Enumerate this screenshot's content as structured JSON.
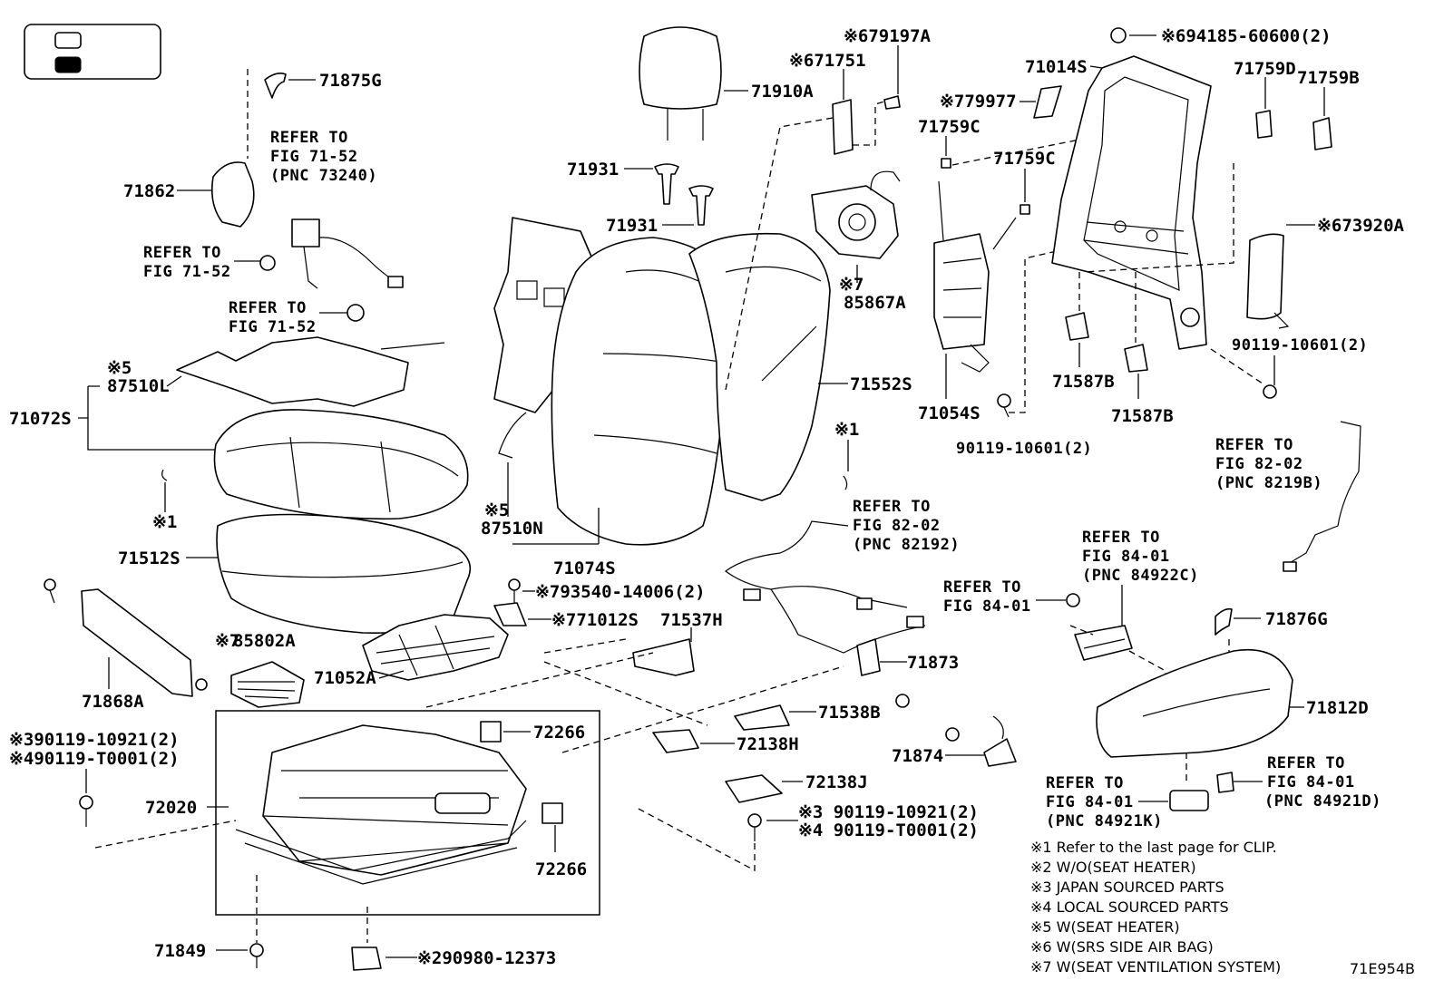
{
  "legend_box": {
    "swatch_1": "white",
    "swatch_2": "black"
  },
  "labels": {
    "p71875G": "71875G",
    "p71862": "71862",
    "p87510L": "87510L",
    "p87510L_mark": "※5",
    "p71072S": "71072S",
    "p71512S": "71512S",
    "p71868A": "71868A",
    "p85802A": "85802A",
    "p85802A_mark": "※7",
    "p71052A": "71052A",
    "p71012S": "※771012S",
    "p93540": "※793540-14006(2)",
    "p71537H": "71537H",
    "p72266a": "72266",
    "p72266b": "72266",
    "p72020": "72020",
    "p71849": "71849",
    "p90980": "※290980-12373",
    "p90119_left_a": "※390119-10921(2)",
    "p90119_left_b": "※490119-T0001(2)",
    "p71910A": "71910A",
    "p71931a": "71931",
    "p71931b": "71931",
    "p87510N": "87510N",
    "p87510N_mark": "※5",
    "p71074S": "71074S",
    "p71552S": "71552S",
    "p71751": "※671751",
    "p79197A": "※679197A",
    "p79977": "※779977",
    "p85867A": "85867A",
    "p85867A_mark": "※7",
    "p71759C_a": "71759C",
    "p71759C_b": "71759C",
    "p71054S": "71054S",
    "p90119_mid": "90119-10601(2)",
    "p71014S": "71014S",
    "p94185": "※694185-60600(2)",
    "p71759D": "71759D",
    "p71759B": "71759B",
    "p73920A": "※673920A",
    "p90119_right": "90119-10601(2)",
    "p71587B_a": "71587B",
    "p71587B_b": "71587B",
    "clip_1a": "※1",
    "clip_1b": "※1",
    "p71873": "71873",
    "p71538B": "71538B",
    "p72138H": "72138H",
    "p72138J": "72138J",
    "p90119_c3": "※3 90119-10921(2)",
    "p90119_c4": "※4 90119-T0001(2)",
    "p71874": "71874",
    "p71876G": "71876G",
    "p71812D": "71812D",
    "diagram_id": "71E954B"
  },
  "refs": {
    "ref_73240": [
      "REFER TO",
      "FIG 71-52",
      "(PNC 73240)"
    ],
    "ref_7152a": [
      "REFER TO",
      "FIG 71-52"
    ],
    "ref_7152b": [
      "REFER TO",
      "FIG 71-52"
    ],
    "ref_82192": [
      "REFER TO",
      "FIG 82-02",
      "(PNC 82192)"
    ],
    "ref_8219B": [
      "REFER TO",
      "FIG 82-02",
      "(PNC 8219B)"
    ],
    "ref_84922C": [
      "REFER TO",
      "FIG 84-01",
      "(PNC 84922C)"
    ],
    "ref_8401": [
      "REFER TO",
      "FIG 84-01"
    ],
    "ref_84921K": [
      "REFER TO",
      "FIG 84-01",
      "(PNC 84921K)"
    ],
    "ref_84921D": [
      "REFER TO",
      "FIG 84-01",
      "(PNC 84921D)"
    ]
  },
  "notes": [
    "※1  Refer to the last page for CLIP.",
    "※2  W/O(SEAT HEATER)",
    "※3  JAPAN SOURCED PARTS",
    "※4  LOCAL SOURCED PARTS",
    "※5  W(SEAT HEATER)",
    "※6  W(SRS SIDE AIR BAG)",
    "※7  W(SEAT VENTILATION SYSTEM)"
  ]
}
